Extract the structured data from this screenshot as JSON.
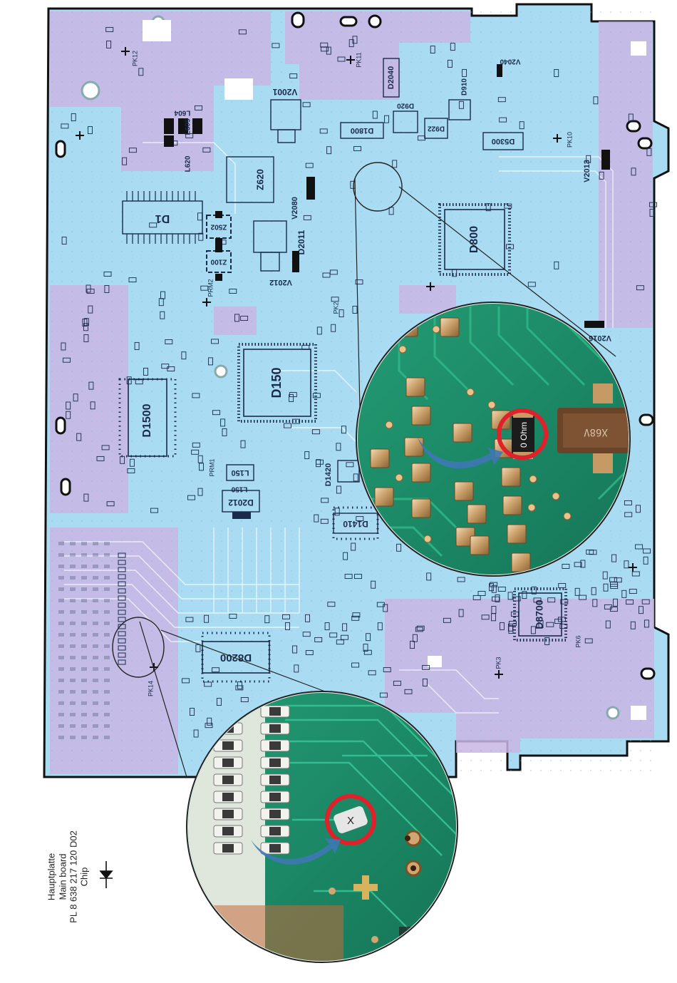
{
  "caption": {
    "line1": "Hauptplatte",
    "line2": "Main board",
    "line3": "PL 8 638 217 120 D02",
    "line4": "Chip"
  },
  "chips": {
    "d1": "D1",
    "d150": "D150",
    "d1500": "D1500",
    "d800": "D800",
    "d8200": "D8200",
    "d8700": "D8700",
    "d1410": "D1410",
    "d1420": "D1420",
    "d2012": "D2012",
    "d2011": "D2011",
    "z620": "Z620",
    "d1800": "D1800",
    "d5300": "D5300",
    "d920": "D920",
    "d922": "D922",
    "d910": "D910",
    "d2040": "D2040",
    "v2001": "V2001",
    "v2080": "V2080",
    "v2012": "V2012",
    "v2013": "V2013",
    "v2016": "V2016",
    "v2040": "V2040",
    "l150": "L150",
    "l604": "L604",
    "l605": "L605",
    "z100": "Z100",
    "z502": "Z502",
    "l620": "L620",
    "pk11": "PK11",
    "pk12": "PK12",
    "pk2": "PK2",
    "pk10": "PK10",
    "pk14": "PK14",
    "pk3": "PK3",
    "pk6": "PK6",
    "prm1": "PRM1",
    "prm2": "PRM2"
  },
  "zoom_upper": {
    "resistor_label": "0 Ohm",
    "component_marking": "X68V"
  },
  "zoom_lower": {
    "mark": "X"
  },
  "colors": {
    "board_cyan": "#a9dcf2",
    "board_purple": "#c9b6e4",
    "pcb_green": "#1f8f6b",
    "highlight_red": "#e0202a",
    "arrow_blue": "#3f78b4",
    "pad_gold": "#c8a070"
  }
}
